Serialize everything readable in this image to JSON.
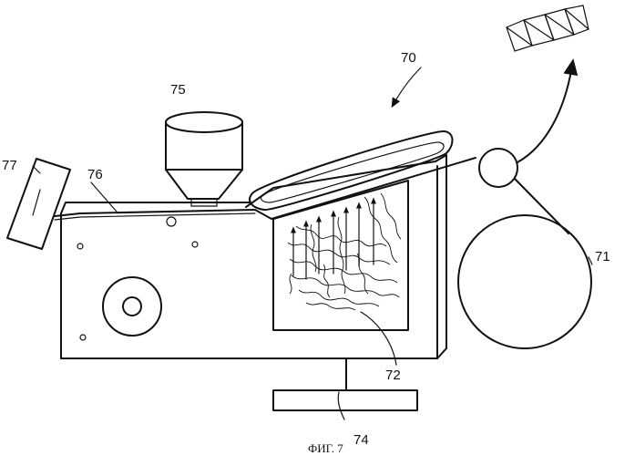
{
  "labels": {
    "l70": "70",
    "l71": "71",
    "l72": "72",
    "l74": "74",
    "l75": "75",
    "l76": "76",
    "l77": "77"
  },
  "caption": "ФИГ. 7"
}
